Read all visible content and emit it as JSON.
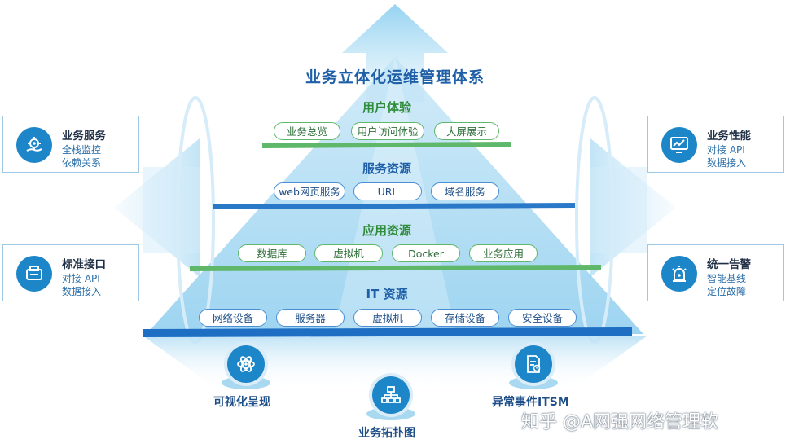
{
  "diagram": {
    "title": "业务立体化运维管理体系",
    "layers": [
      {
        "title": "用户体验",
        "items": [
          "业务总览",
          "用户访问体验",
          "大屏展示"
        ]
      },
      {
        "title": "服务资源",
        "items": [
          "web网页服务",
          "URL",
          "域名服务"
        ]
      },
      {
        "title": "应用资源",
        "items": [
          "数据库",
          "虚拟机",
          "Docker",
          "业务应用"
        ]
      },
      {
        "title": "IT 资源",
        "items": [
          "网络设备",
          "服务器",
          "虚拟机",
          "存储设备",
          "安全设备"
        ]
      }
    ],
    "left_cards": [
      {
        "title": "业务服务",
        "lines": [
          "全栈监控",
          "依赖关系"
        ],
        "icon": "gear-hand-icon"
      },
      {
        "title": "标准接口",
        "lines": [
          "对接 API",
          "数据接入"
        ],
        "icon": "api-interface-icon"
      }
    ],
    "right_cards": [
      {
        "title": "业务性能",
        "lines": [
          "对接 API",
          "数据接入"
        ],
        "icon": "monitor-chart-icon"
      },
      {
        "title": "统一告警",
        "lines": [
          "智能基线",
          "定位故障"
        ],
        "icon": "alarm-light-icon"
      }
    ],
    "bottom": [
      {
        "label": "可视化呈现",
        "icon": "atom-icon"
      },
      {
        "label": "业务拓扑图",
        "icon": "topology-icon"
      },
      {
        "label": "异常事件ITSM",
        "icon": "document-alert-icon"
      }
    ]
  },
  "watermark": "知乎 @A网强网络管理软",
  "colors": {
    "primary_blue": "#1d86c8",
    "title_blue": "#1f5fa8",
    "green": "#5fb86a",
    "dark_blue_bar": "#1e6fc4"
  }
}
